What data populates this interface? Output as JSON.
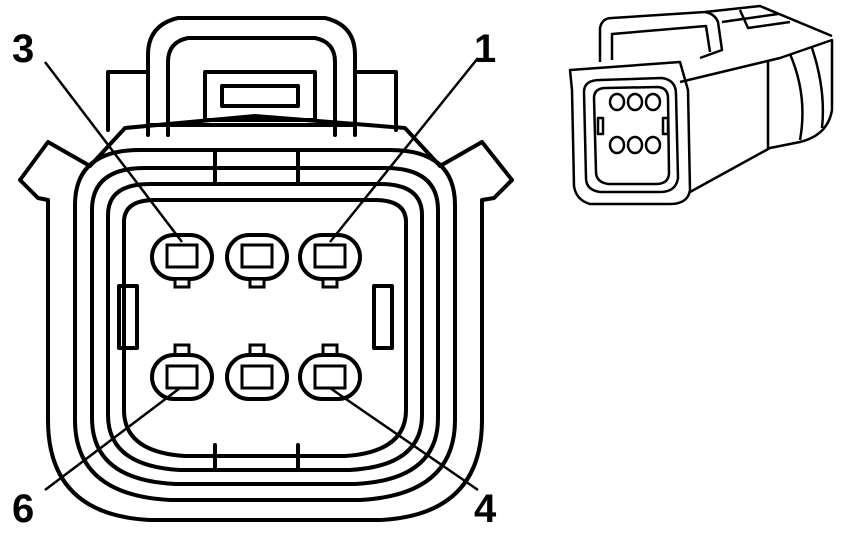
{
  "pin_labels": {
    "p1": "1",
    "p3": "3",
    "p4": "4",
    "p6": "6"
  }
}
